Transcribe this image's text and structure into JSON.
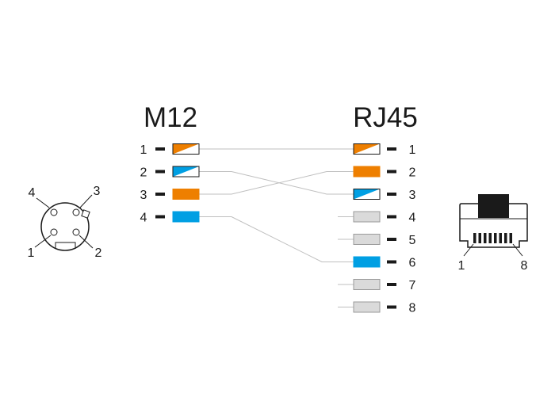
{
  "m12": {
    "title": "M12",
    "pins": [
      {
        "label": "1",
        "color": "orange-white"
      },
      {
        "label": "2",
        "color": "blue-white"
      },
      {
        "label": "3",
        "color": "orange"
      },
      {
        "label": "4",
        "color": "blue"
      }
    ],
    "face": {
      "labels": [
        "4",
        "3",
        "1",
        "2"
      ]
    }
  },
  "rj45": {
    "title": "RJ45",
    "pins": [
      {
        "label": "1",
        "color": "orange-white"
      },
      {
        "label": "2",
        "color": "orange"
      },
      {
        "label": "3",
        "color": "blue-white"
      },
      {
        "label": "4",
        "color": "grey"
      },
      {
        "label": "5",
        "color": "grey"
      },
      {
        "label": "6",
        "color": "blue"
      },
      {
        "label": "7",
        "color": "grey"
      },
      {
        "label": "8",
        "color": "grey"
      }
    ],
    "plug": {
      "label_left": "1",
      "label_right": "8"
    }
  },
  "connections": [
    {
      "from": "1",
      "to": "1"
    },
    {
      "from": "2",
      "to": "3"
    },
    {
      "from": "3",
      "to": "2"
    },
    {
      "from": "4",
      "to": "6"
    }
  ],
  "colors": {
    "orange": "#EE7F00",
    "blue": "#009FE3",
    "grey": "#DADADA",
    "white": "#FFFFFF",
    "line": "#BFBFBF",
    "dark": "#1a1a1a"
  }
}
